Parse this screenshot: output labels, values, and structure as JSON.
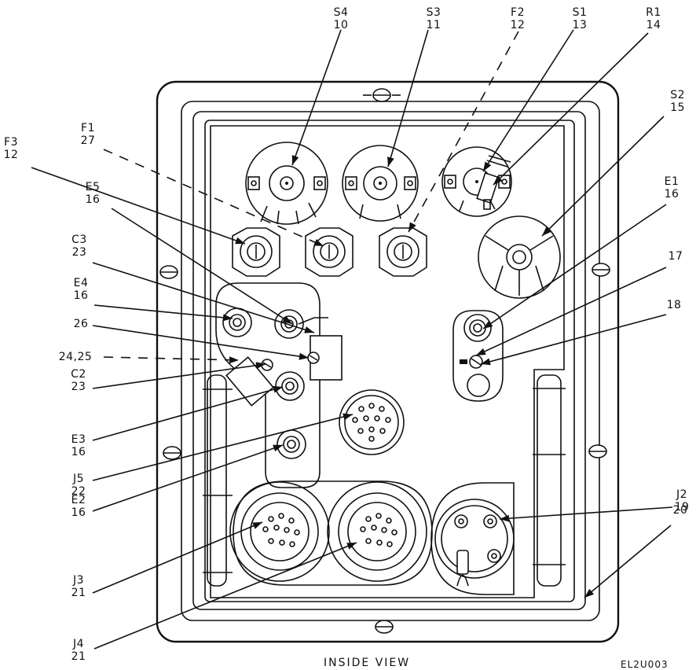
{
  "caption": "INSIDE VIEW",
  "figure_number": "EL2U003",
  "callouts": [
    {
      "id": "S4",
      "ref": "10"
    },
    {
      "id": "S3",
      "ref": "11"
    },
    {
      "id": "F2",
      "ref": "12"
    },
    {
      "id": "S1",
      "ref": "13"
    },
    {
      "id": "R1",
      "ref": "14"
    },
    {
      "id": "S2",
      "ref": "15"
    },
    {
      "id": "F1",
      "ref": "27"
    },
    {
      "id": "F3",
      "ref": "12"
    },
    {
      "id": "E5",
      "ref": "16"
    },
    {
      "id": "E1",
      "ref": "16"
    },
    {
      "id": "C3",
      "ref": "23"
    },
    {
      "id": "E4",
      "ref": "16"
    },
    {
      "id": "",
      "ref": "17"
    },
    {
      "id": "",
      "ref": "26"
    },
    {
      "id": "",
      "ref": "18"
    },
    {
      "id": "",
      "ref": "24,25"
    },
    {
      "id": "C2",
      "ref": "23"
    },
    {
      "id": "E3",
      "ref": "16"
    },
    {
      "id": "J5",
      "ref": "22"
    },
    {
      "id": "J2",
      "ref": "19"
    },
    {
      "id": "E2",
      "ref": "16"
    },
    {
      "id": "",
      "ref": "20"
    },
    {
      "id": "J3",
      "ref": "21"
    },
    {
      "id": "J4",
      "ref": "21"
    }
  ]
}
